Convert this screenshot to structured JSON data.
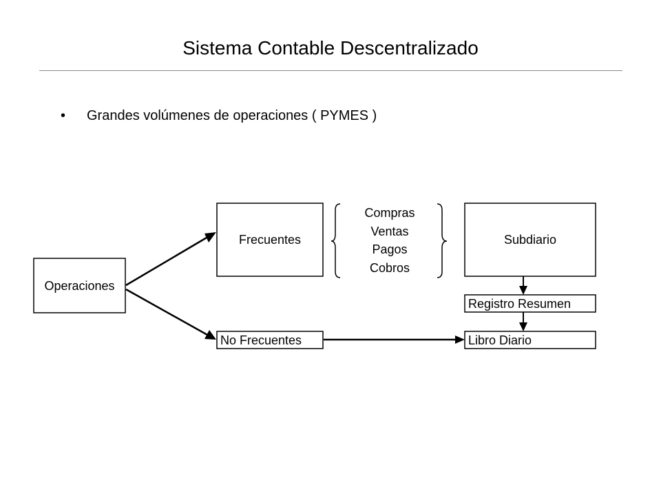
{
  "slide": {
    "title": "Sistema Contable Descentralizado",
    "bullet": "Grandes volúmenes de operaciones ( PYMES )"
  },
  "diagram": {
    "operaciones": "Operaciones",
    "frecuentes": "Frecuentes",
    "no_frecuentes": "No Frecuentes",
    "subdiario": "Subdiario",
    "registro_resumen": "Registro Resumen",
    "libro_diario": "Libro Diario",
    "frequent_types": [
      "Compras",
      "Ventas",
      "Pagos",
      "Cobros"
    ]
  }
}
